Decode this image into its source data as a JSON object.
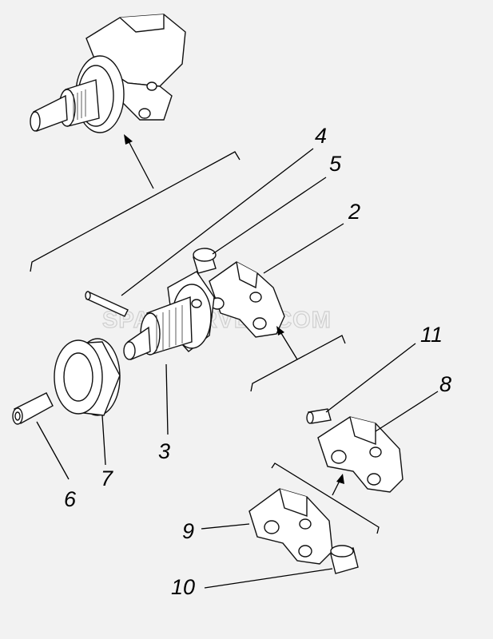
{
  "watermark": "SPAREERVER.COM",
  "callouts": [
    {
      "id": "4",
      "text": "4"
    },
    {
      "id": "5",
      "text": "5"
    },
    {
      "id": "2",
      "text": "2"
    },
    {
      "id": "11",
      "text": "11"
    },
    {
      "id": "8",
      "text": "8"
    },
    {
      "id": "3",
      "text": "3"
    },
    {
      "id": "7",
      "text": "7"
    },
    {
      "id": "6",
      "text": "6"
    },
    {
      "id": "9",
      "text": "9"
    },
    {
      "id": "10",
      "text": "10"
    }
  ]
}
